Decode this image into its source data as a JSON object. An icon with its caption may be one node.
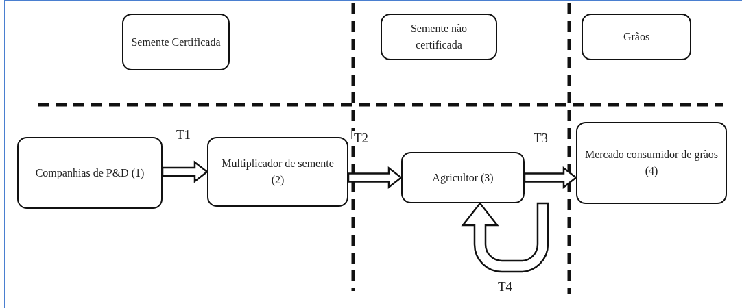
{
  "diagram": {
    "nodes": [
      {
        "text": [
          "Semente Certificada"
        ]
      },
      {
        "text": [
          "Semente não certificada"
        ]
      },
      {
        "text": [
          "Grãos"
        ]
      },
      {
        "text": [
          "Companhias de P&D (1)"
        ]
      },
      {
        "text": [
          "Multiplicador de semente (2)"
        ]
      },
      {
        "text": [
          "Agricultor (3)"
        ]
      },
      {
        "text": [
          "Mercado consumidor de grãos (4)"
        ]
      }
    ],
    "edges": [
      {
        "from": 3,
        "to": 4,
        "arrow": "to",
        "label": "T1"
      },
      {
        "from": 4,
        "to": 5,
        "arrow": "to",
        "label": "T2"
      },
      {
        "from": 5,
        "to": 6,
        "arrow": "to",
        "label": "T3"
      },
      {
        "from": 5,
        "to": 5,
        "arrow": "to",
        "label": "T4"
      }
    ]
  }
}
